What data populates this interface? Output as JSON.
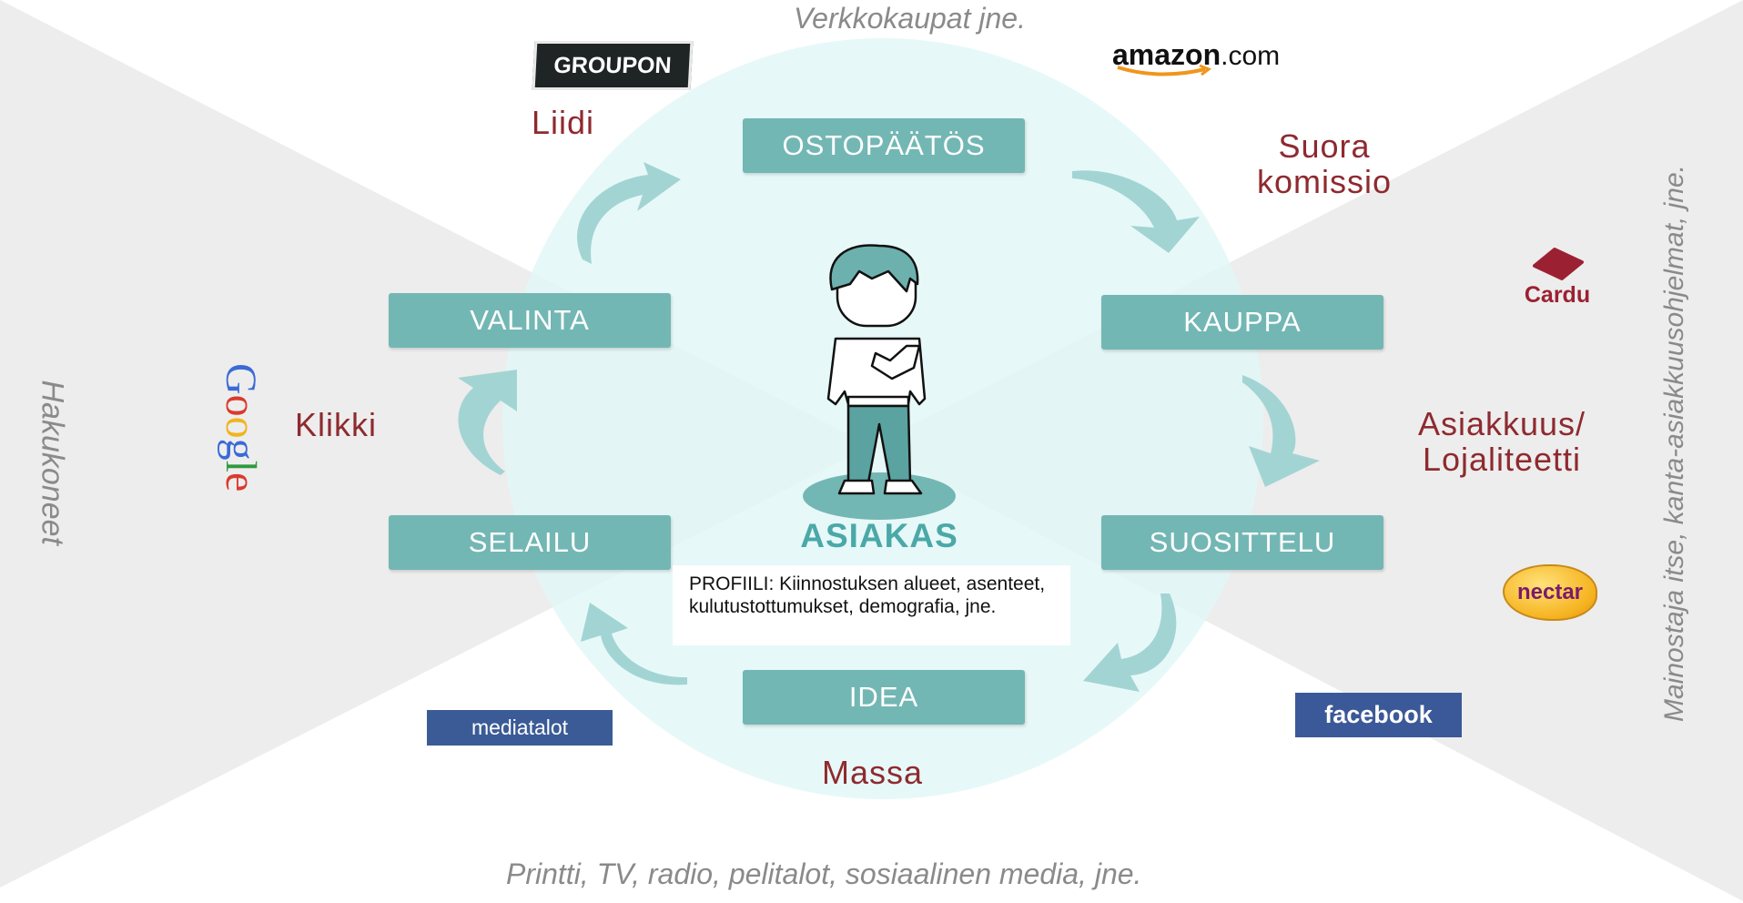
{
  "channels": {
    "top": "Verkkokaupat jne.",
    "bottom": "Printti, TV, radio, pelitalot, sosiaalinen media, jne.",
    "left": "Hakukoneet",
    "right": "Mainostaja itse, kanta-asiakkuusohjelmat, jne."
  },
  "stages": {
    "ostopaatos": "OSTOPÄÄTÖS",
    "kauppa": "KAUPPA",
    "suosittelu": "SUOSITTELU",
    "idea": "IDEA",
    "selailu": "SELAILU",
    "valinta": "VALINTA"
  },
  "models": {
    "liidi": "Liidi",
    "suora_line1": "Suora",
    "suora_line2": "komissio",
    "klikki": "Klikki",
    "asiakkuus_line1": "Asiakkuus/",
    "asiakkuus_line2": "Lojaliteetti",
    "massa": "Massa"
  },
  "center": {
    "title": "ASIAKAS",
    "profile": "PROFIILI: Kiinnostuksen alueet, asenteet, kulutustottumukset, demografia, jne."
  },
  "logos": {
    "groupon": "GROUPON",
    "amazon_main": "amazon",
    "amazon_suffix": ".com",
    "google": [
      "G",
      "o",
      "o",
      "g",
      "l",
      "e"
    ],
    "cardu": "Cardu",
    "nectar": "nectar",
    "facebook": "facebook",
    "mediatalot": "mediatalot"
  },
  "colors": {
    "stage": "#73b7b4",
    "accent_red": "#8e2a2f",
    "circle": "#e2f6f7",
    "gray_wedge": "#ededed"
  }
}
